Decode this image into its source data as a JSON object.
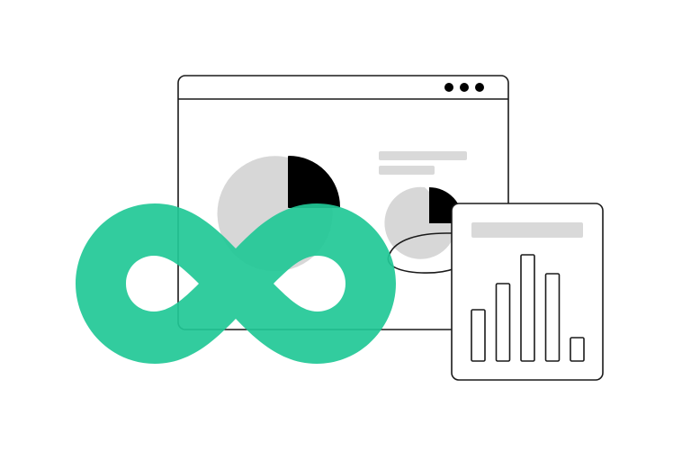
{
  "colors": {
    "background": "#ffffff",
    "outline": "#1a1a1a",
    "accent": "#21c896",
    "muted": "#d9d9d9",
    "dark": "#000000"
  },
  "icons": {
    "browser_window": "browser-window-icon",
    "window_controls": "three-dots-icon",
    "infinity": "infinity-icon",
    "pie_chart": "pie-chart-icon",
    "bar_chart": "bar-chart-icon"
  },
  "bar_chart_card": {
    "bar_levels": [
      0.48,
      0.73,
      1.0,
      0.82,
      0.22
    ]
  }
}
